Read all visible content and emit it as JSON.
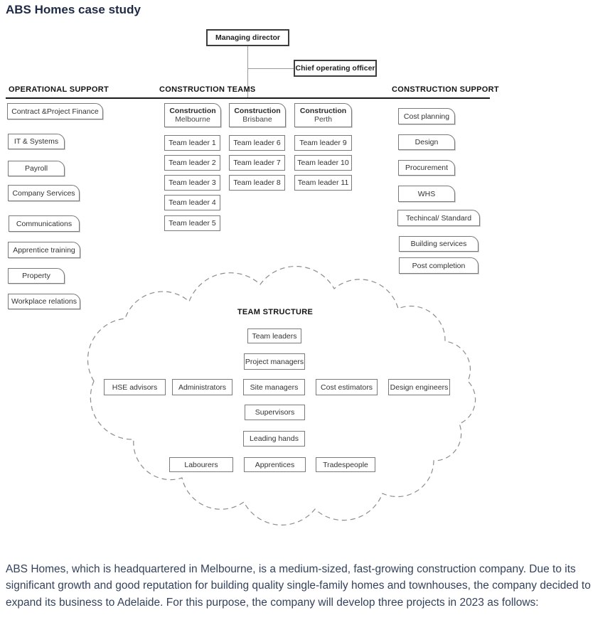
{
  "page_title": "ABS Homes case study",
  "org_chart": {
    "executives": {
      "managing_director": "Managing director",
      "chief_operating_officer": "Chief operating officer"
    },
    "operational_support": {
      "header": "OPERATIONAL SUPPORT",
      "items": [
        "Contract &Project Finance",
        "IT & Systems",
        "Payroll",
        "Company Services",
        "Communications",
        "Apprentice training",
        "Property",
        "Workplace relations"
      ]
    },
    "construction_teams": {
      "header": "CONSTRUCTION TEAMS",
      "teams": [
        {
          "name": "Construction",
          "city": "Melbourne",
          "leaders": [
            "Team leader 1",
            "Team leader 2",
            "Team leader 3",
            "Team leader 4",
            "Team leader 5"
          ]
        },
        {
          "name": "Construction",
          "city": "Brisbane",
          "leaders": [
            "Team leader 6",
            "Team leader 7",
            "Team leader 8"
          ]
        },
        {
          "name": "Construction",
          "city": "Perth",
          "leaders": [
            "Team leader 9",
            "Team leader 10",
            "Team leader 11"
          ]
        }
      ]
    },
    "construction_support": {
      "header": "CONSTRUCTION SUPPORT",
      "items": [
        "Cost planning",
        "Design",
        "Procurement",
        "WHS",
        "Techincal/ Standard",
        "Building services",
        "Post completion"
      ]
    }
  },
  "team_structure": {
    "title": "TEAM STRUCTURE",
    "hierarchy": [
      "Team leaders",
      "Project managers",
      "Site managers",
      "Supervisors",
      "Leading hands",
      "Apprentices"
    ],
    "support_left": [
      "HSE advisors",
      "Administrators"
    ],
    "support_right": [
      "Cost estimators",
      "Design engineers"
    ],
    "workforce": [
      "Labourers",
      "Tradespeople"
    ]
  },
  "paragraph": "ABS Homes, which is headquartered in Melbourne, is a medium-sized, fast-growing construction company. Due to its significant growth and good reputation for building quality single-family homes and townhouses, the company decided to expand its business to Adelaide. For this purpose, the company will develop three projects in 2023 as follows:"
}
